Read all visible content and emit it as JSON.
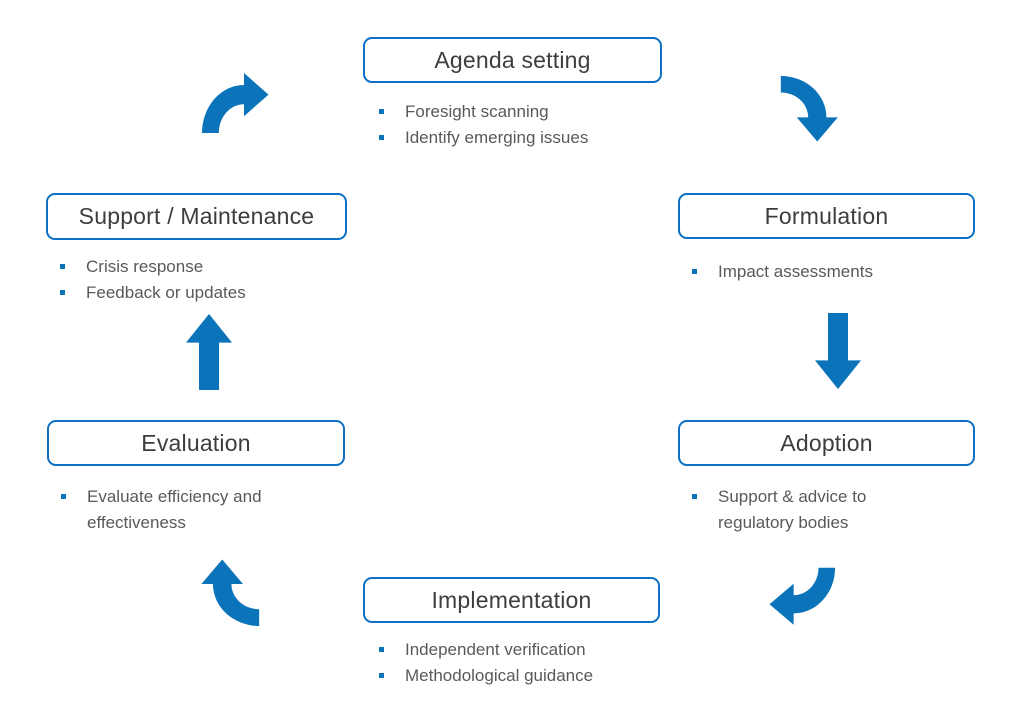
{
  "colors": {
    "accent": "#0b73ba",
    "box_border": "#0d70c4",
    "title_text": "#3d3d3d",
    "bullet_text": "#595959"
  },
  "diagram_type": "policy-cycle",
  "stages": [
    {
      "id": "agenda-setting",
      "title": "Agenda setting",
      "bullets": [
        "Foresight scanning",
        "Identify emerging issues"
      ]
    },
    {
      "id": "formulation",
      "title": "Formulation",
      "bullets": [
        "Impact assessments"
      ]
    },
    {
      "id": "adoption",
      "title": "Adoption",
      "bullets": [
        "Support & advice to regulatory bodies"
      ]
    },
    {
      "id": "implementation",
      "title": "Implementation",
      "bullets": [
        "Independent verification",
        "Methodological guidance"
      ]
    },
    {
      "id": "evaluation",
      "title": "Evaluation",
      "bullets": [
        "Evaluate efficiency and effectiveness"
      ]
    },
    {
      "id": "support-maintenance",
      "title": "Support / Maintenance",
      "bullets": [
        "Crisis response",
        "Feedback or updates"
      ]
    }
  ],
  "connections": [
    {
      "from": "Support / Maintenance",
      "to": "Agenda setting",
      "style": "curved",
      "direction": "up-right"
    },
    {
      "from": "Agenda setting",
      "to": "Formulation",
      "style": "curved",
      "direction": "right-down"
    },
    {
      "from": "Formulation",
      "to": "Adoption",
      "style": "straight",
      "direction": "down"
    },
    {
      "from": "Adoption",
      "to": "Implementation",
      "style": "curved",
      "direction": "down-left"
    },
    {
      "from": "Implementation",
      "to": "Evaluation",
      "style": "curved",
      "direction": "left-up"
    },
    {
      "from": "Evaluation",
      "to": "Support / Maintenance",
      "style": "straight",
      "direction": "up"
    }
  ]
}
